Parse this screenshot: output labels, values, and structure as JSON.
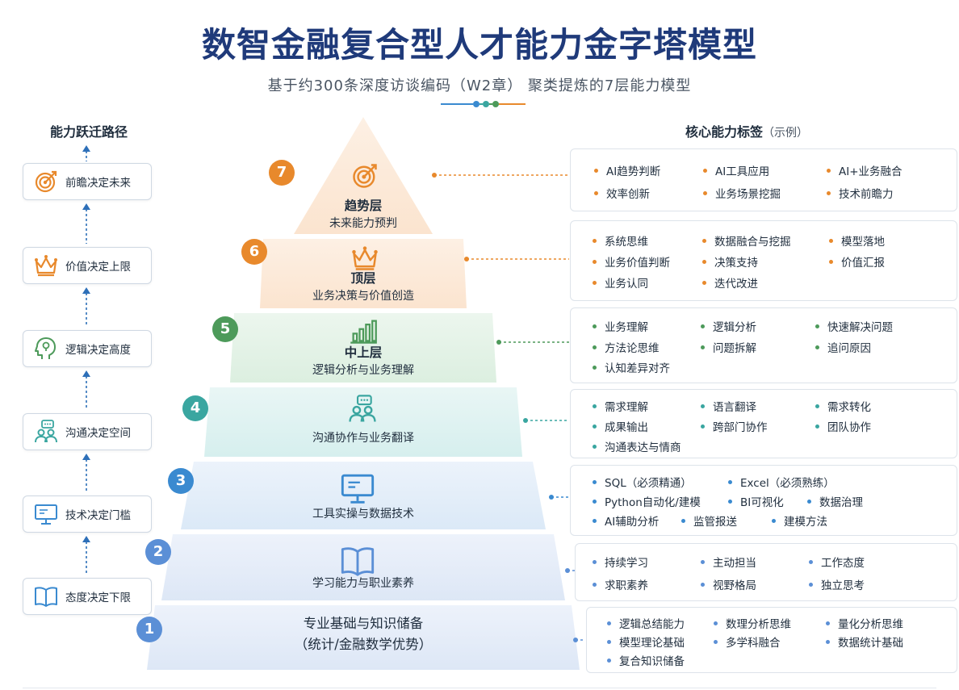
{
  "title": "数智金融复合型人才能力金字塔模型",
  "subtitle": "基于约300条深度访谈编码（W2章） 聚类提炼的7层能力模型",
  "path_title": "能力跃迁路径",
  "tags_title": "核心能力标签",
  "tags_title_note": "（示例）",
  "colors": {
    "l7": "#e8892c",
    "l6": "#e8892c",
    "l5": "#4d9a5a",
    "l4": "#3aa6a0",
    "l3": "#3a8ad0",
    "l2": "#5b8fd6",
    "l1": "#5b8fd6"
  },
  "path": [
    {
      "label": "前瞻决定未来",
      "icon": "target-icon"
    },
    {
      "label": "价值决定上限",
      "icon": "crown-icon"
    },
    {
      "label": "逻辑决定高度",
      "icon": "head-idea-icon"
    },
    {
      "label": "沟通决定空间",
      "icon": "people-chat-icon"
    },
    {
      "label": "技术决定门槛",
      "icon": "monitor-icon"
    },
    {
      "label": "态度决定下限",
      "icon": "book-icon"
    }
  ],
  "layers": [
    {
      "num": "7",
      "title": "趋势层",
      "sub": "未来能力预判",
      "icon": "target-icon",
      "tags": [
        "AI趋势判断",
        "AI工具应用",
        "AI+业务融合",
        "效率创新",
        "业务场景挖掘",
        "技术前瞻力"
      ]
    },
    {
      "num": "6",
      "title": "顶层",
      "sub": "业务决策与价值创造",
      "icon": "crown-icon",
      "tags": [
        "系统思维",
        "数据融合与挖掘",
        "模型落地",
        "业务价值判断",
        "决策支持",
        "价值汇报",
        "业务认同",
        "迭代改进"
      ]
    },
    {
      "num": "5",
      "title": "中上层",
      "sub": "逻辑分析与业务理解",
      "icon": "bar-chart-icon",
      "tags": [
        "业务理解",
        "逻辑分析",
        "快速解决问题",
        "方法论思维",
        "问题拆解",
        "追问原因",
        "认知差异对齐"
      ]
    },
    {
      "num": "4",
      "title": "",
      "sub": "沟通协作与业务翻译",
      "icon": "people-chat-icon",
      "tags": [
        "需求理解",
        "语言翻译",
        "需求转化",
        "成果输出",
        "跨部门协作",
        "团队协作",
        "沟通表达与情商"
      ]
    },
    {
      "num": "3",
      "title": "",
      "sub": "工具实操与数据技术",
      "icon": "monitor-icon",
      "tags": [
        "SQL（必须精通）",
        "Excel（必须熟练）",
        "Python自动化/建模",
        "BI可视化",
        "数据治理",
        "AI辅助分析",
        "监管报送",
        "建模方法"
      ]
    },
    {
      "num": "2",
      "title": "",
      "sub": "学习能力与职业素养",
      "icon": "book-icon",
      "tags": [
        "持续学习",
        "主动担当",
        "工作态度",
        "求职素养",
        "视野格局",
        "独立思考"
      ]
    },
    {
      "num": "1",
      "title": "专业基础与知识储备",
      "sub": "（统计/金融数学优势）",
      "icon": "",
      "tags": [
        "逻辑总结能力",
        "数理分析思维",
        "量化分析思维",
        "模型理论基础",
        "多学科融合",
        "数据统计基础",
        "复合知识储备"
      ]
    }
  ]
}
